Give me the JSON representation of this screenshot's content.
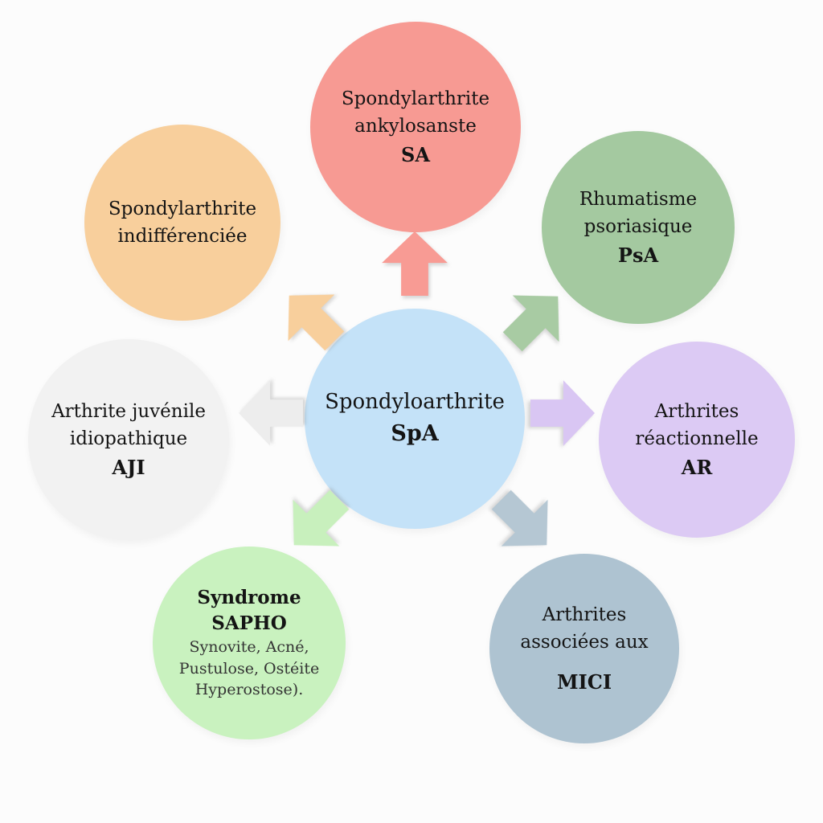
{
  "colors": {
    "background": "#fcfcfc",
    "text": "#141414",
    "sub_text": "#333333"
  },
  "nodes": {
    "center": {
      "line1": "Spondyloarthrite",
      "acronym": "SpA",
      "color": "#c4e2f8"
    },
    "ankylosing": {
      "line1": "Spondylarthrite",
      "line2": "ankylosanste",
      "acronym": "SA",
      "color": "#f79a93"
    },
    "psoriatic": {
      "line1": "Rhumatisme",
      "line2": "psoriasique",
      "acronym": "PsA",
      "color": "#a4c9a0"
    },
    "reactive": {
      "line1": "Arthrites",
      "line2": "réactionnelle",
      "acronym": "AR",
      "color": "#dccaf4"
    },
    "ibd": {
      "line1": "Arthrites",
      "line2": "associées aux",
      "acronym": "MICI",
      "color": "#aec3d1"
    },
    "sapho": {
      "line1": "Syndrome",
      "line2": "SAPHO",
      "sub1": "Synovite, Acné,",
      "sub2": "Pustulose, Ostéite",
      "sub3": "Hyperostose).",
      "color": "#c9f2bf"
    },
    "juvenile": {
      "line1": "Arthrite juvénile",
      "line2": "idiopathique",
      "acronym": "AJI",
      "color": "#f2f2f2"
    },
    "undifferentiated": {
      "line1": "Spondylarthrite",
      "line2": "indifférenciée",
      "color": "#f8cf9c"
    }
  },
  "arrows": {
    "up": "#f89b94",
    "up_right": "#a8cba3",
    "right": "#d9c6f3",
    "down_right": "#b5c7d3",
    "down_left": "#c8f0bd",
    "left": "#ededed",
    "up_left": "#f8cf9c"
  }
}
